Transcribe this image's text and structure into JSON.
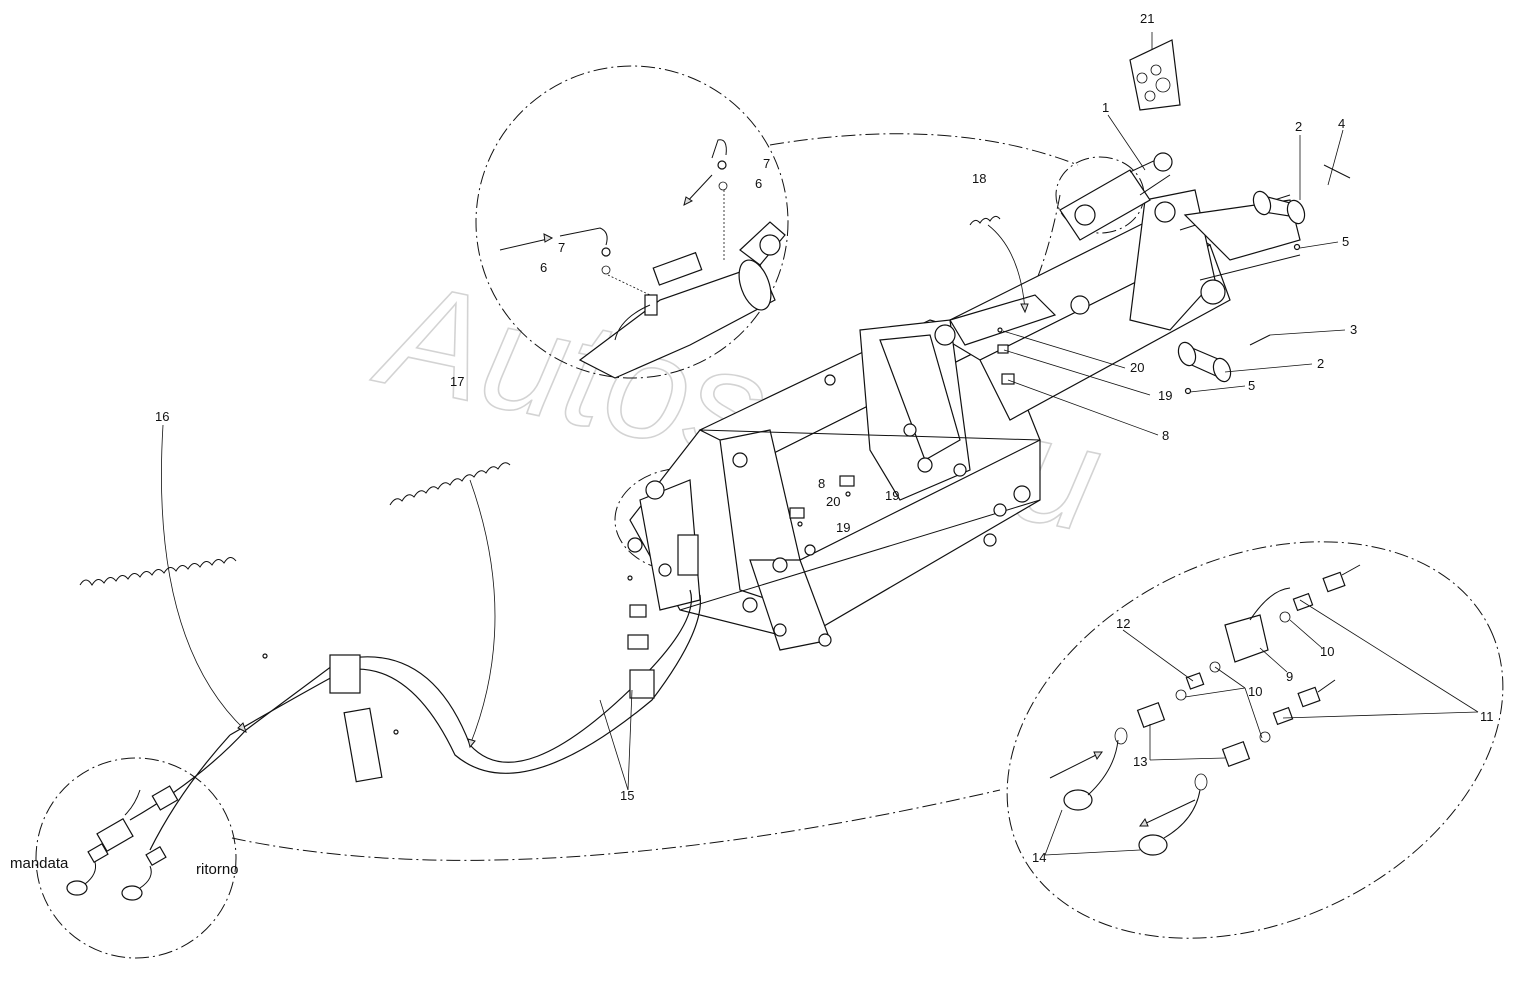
{
  "watermark": "Autosoft.ru",
  "labels": {
    "mandata": "mandata",
    "ritorno": "ritorno"
  },
  "callouts": [
    {
      "id": "c1",
      "text": "1"
    },
    {
      "id": "c2a",
      "text": "2"
    },
    {
      "id": "c2b",
      "text": "2"
    },
    {
      "id": "c3",
      "text": "3"
    },
    {
      "id": "c4",
      "text": "4"
    },
    {
      "id": "c5a",
      "text": "5"
    },
    {
      "id": "c5b",
      "text": "5"
    },
    {
      "id": "c6a",
      "text": "6"
    },
    {
      "id": "c6b",
      "text": "6"
    },
    {
      "id": "c7a",
      "text": "7"
    },
    {
      "id": "c7b",
      "text": "7"
    },
    {
      "id": "c8a",
      "text": "8"
    },
    {
      "id": "c8b",
      "text": "8"
    },
    {
      "id": "c9",
      "text": "9"
    },
    {
      "id": "c10a",
      "text": "10"
    },
    {
      "id": "c10b",
      "text": "10"
    },
    {
      "id": "c11",
      "text": "11"
    },
    {
      "id": "c12",
      "text": "12"
    },
    {
      "id": "c13",
      "text": "13"
    },
    {
      "id": "c14",
      "text": "14"
    },
    {
      "id": "c15",
      "text": "15"
    },
    {
      "id": "c16",
      "text": "16"
    },
    {
      "id": "c17",
      "text": "17"
    },
    {
      "id": "c18",
      "text": "18"
    },
    {
      "id": "c19a",
      "text": "19"
    },
    {
      "id": "c19b",
      "text": "19"
    },
    {
      "id": "c19c",
      "text": "19"
    },
    {
      "id": "c20a",
      "text": "20"
    },
    {
      "id": "c20b",
      "text": "20"
    },
    {
      "id": "c21",
      "text": "21"
    }
  ]
}
